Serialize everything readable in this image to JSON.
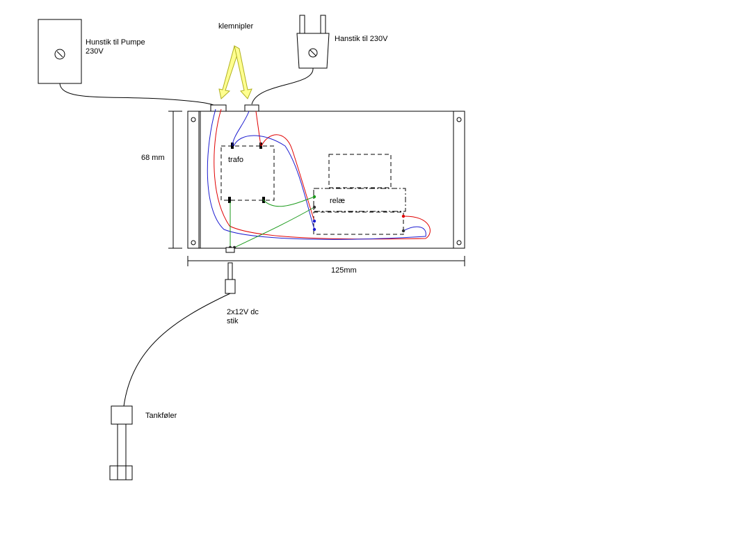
{
  "labels": {
    "female_plug": [
      "Hunstik til Pumpe",
      "230V"
    ],
    "terminals": "klemnipler",
    "male_plug": "Hanstik til 230V",
    "height_dim": "68 mm",
    "trafo": "trafo",
    "relay": "relæ",
    "width_dim": "125mm",
    "dc_plug": [
      "2x12V dc",
      "stik"
    ],
    "sensor": "Tankføler"
  },
  "colors": {
    "red_wire": "#e00000",
    "blue_wire": "#1a1ad0",
    "green_wire": "#1a9a1a",
    "arrow_fill": "#ffff90",
    "arrow_stroke": "#b0b020",
    "line": "#000000"
  },
  "icons": {
    "screw": "circle-slash-icon"
  }
}
